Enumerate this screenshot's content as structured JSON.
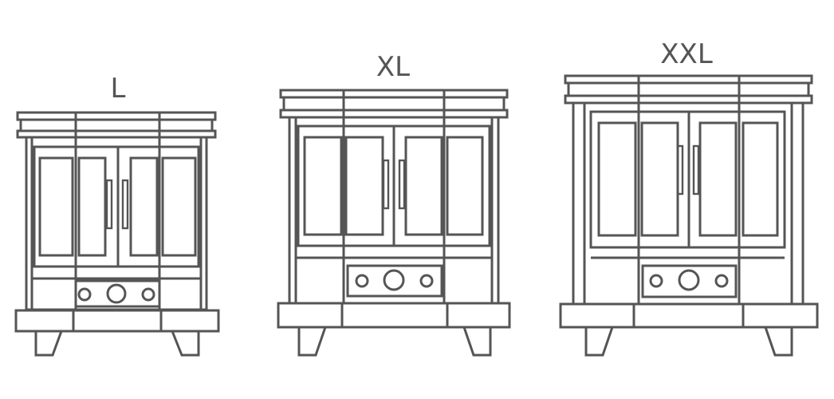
{
  "colors": {
    "stroke": "#555555",
    "background": "#ffffff"
  },
  "cabinets": [
    {
      "label": "L"
    },
    {
      "label": "XL"
    },
    {
      "label": "XXL"
    }
  ]
}
